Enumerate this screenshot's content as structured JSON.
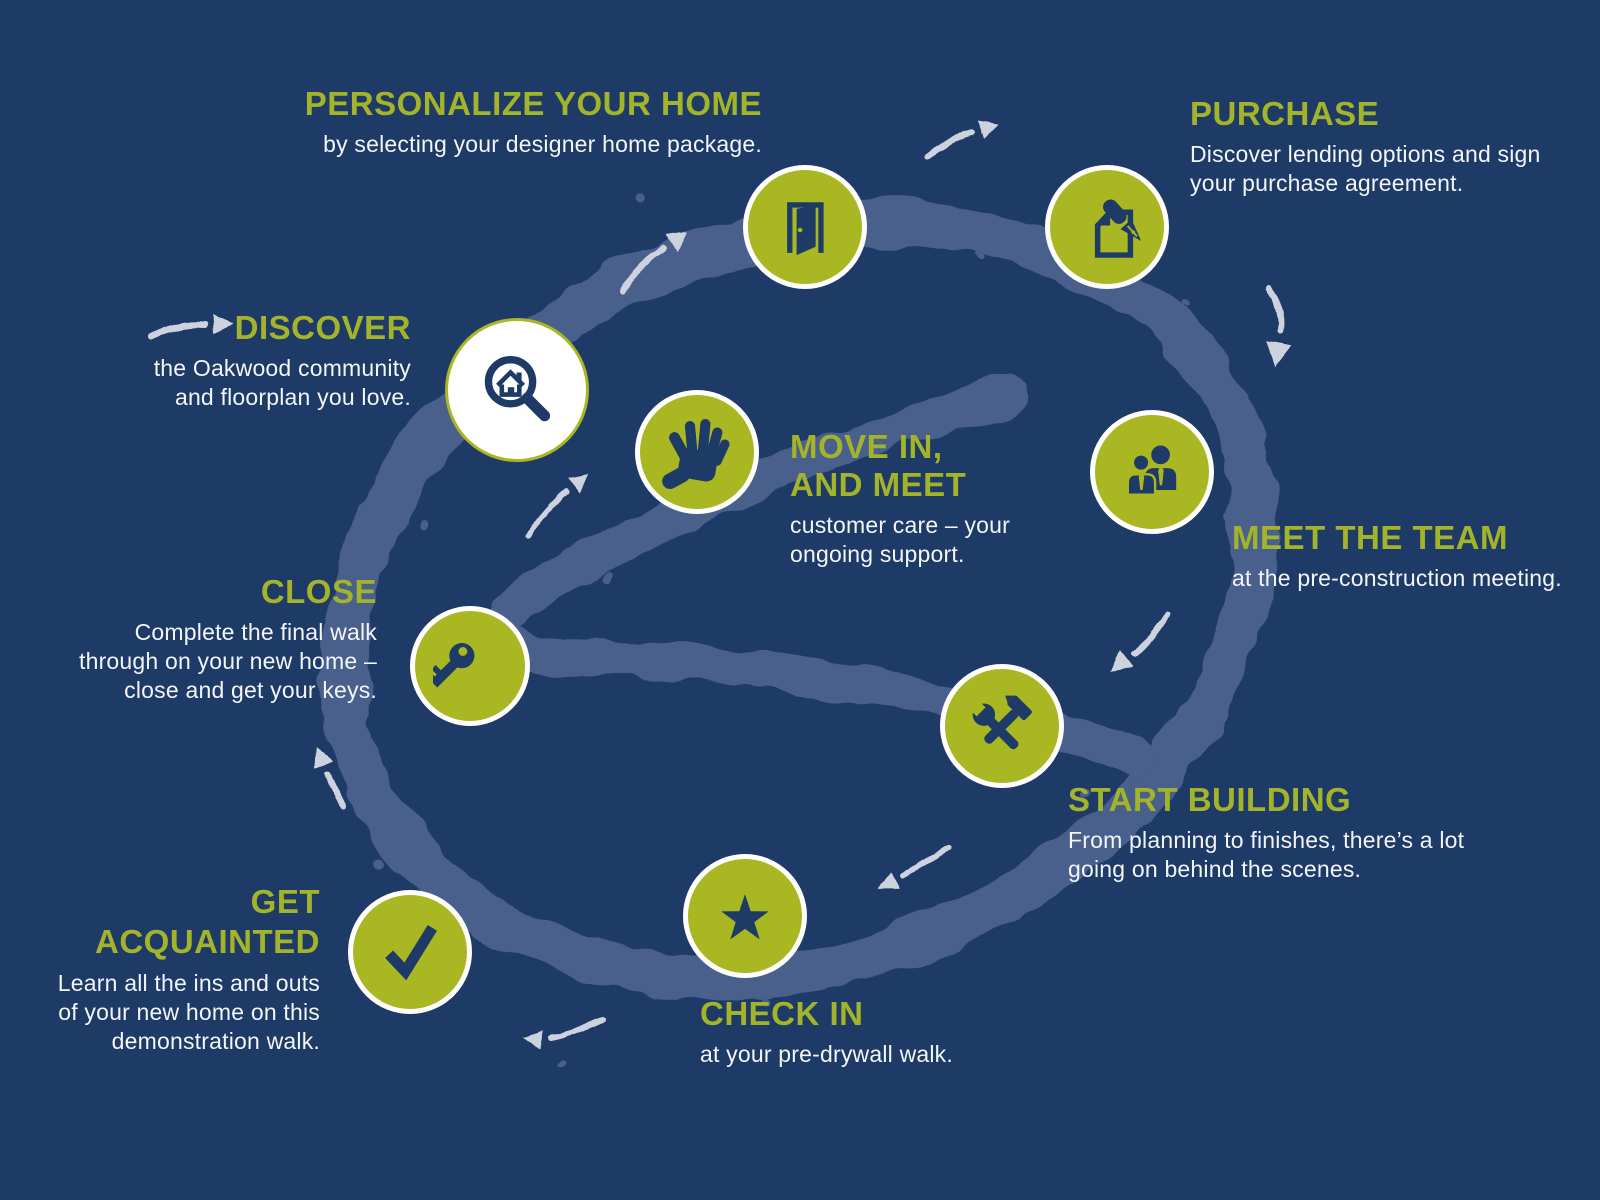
{
  "title": "Home buying journey infographic",
  "colors": {
    "background": "#1e3a66",
    "swirl_ring": "#4a5e8c",
    "circle_green": "#a8b722",
    "title_green": "#a4b42a",
    "icon_navy": "#1e3a66",
    "body_text_white": "#f3f5f8",
    "arrow_gray": "#ccd3df"
  },
  "steps": [
    {
      "id": "discover",
      "title": "DISCOVER",
      "subtitle": "the Oakwood community\nand floorplan you love.",
      "icon": "magnifier-house-icon"
    },
    {
      "id": "personalize",
      "title": "PERSONALIZE YOUR HOME",
      "subtitle": "by selecting your designer home package.",
      "icon": "door-icon"
    },
    {
      "id": "purchase",
      "title": "PURCHASE",
      "subtitle": "Discover lending options and sign\nyour purchase agreement.",
      "icon": "pen-document-icon"
    },
    {
      "id": "meet-the-team",
      "title": "MEET THE TEAM",
      "subtitle": "at the pre-construction meeting.",
      "icon": "two-people-icon"
    },
    {
      "id": "start-building",
      "title": "START BUILDING",
      "subtitle": "From planning to finishes, there’s a lot\ngoing on behind the scenes.",
      "icon": "wrench-hammer-icon"
    },
    {
      "id": "check-in",
      "title": "CHECK IN",
      "subtitle": "at your pre-drywall walk.",
      "icon": "star-icon"
    },
    {
      "id": "get-acquainted",
      "title": "GET\nACQUAINTED",
      "subtitle": "Learn all the ins and outs\nof your new home on this\ndemonstration walk.",
      "icon": "checkmark-icon"
    },
    {
      "id": "close",
      "title": "CLOSE",
      "subtitle": "Complete the final walk\nthrough on your new home –\nclose and get your keys.",
      "icon": "key-icon"
    },
    {
      "id": "move-in",
      "title": "MOVE IN,\nAND MEET",
      "subtitle": "customer care – your\nongoing support.",
      "icon": "waving-hand-icon"
    }
  ]
}
